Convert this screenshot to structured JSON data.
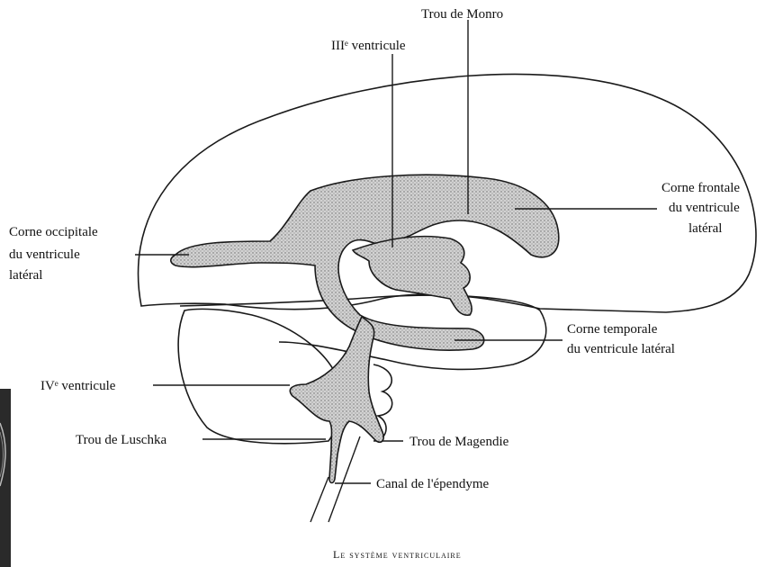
{
  "labels": {
    "trou_monro": "Trou de Monro",
    "third_ventricle": "IIIᵉ ventricule",
    "frontal_horn": [
      "Corne frontale",
      "du ventricule",
      "latéral"
    ],
    "occipital_horn": [
      "Corne occipitale",
      "du ventricule",
      "latéral"
    ],
    "temporal_horn": [
      "Corne temporale",
      "du ventricule latéral"
    ],
    "fourth_ventricle": "IVᵉ ventricule",
    "trou_luschka": "Trou de Luschka",
    "trou_magendie": "Trou de Magendie",
    "canal_ependyme": "Canal de l'épendyme"
  },
  "caption": "Le système ventriculaire"
}
